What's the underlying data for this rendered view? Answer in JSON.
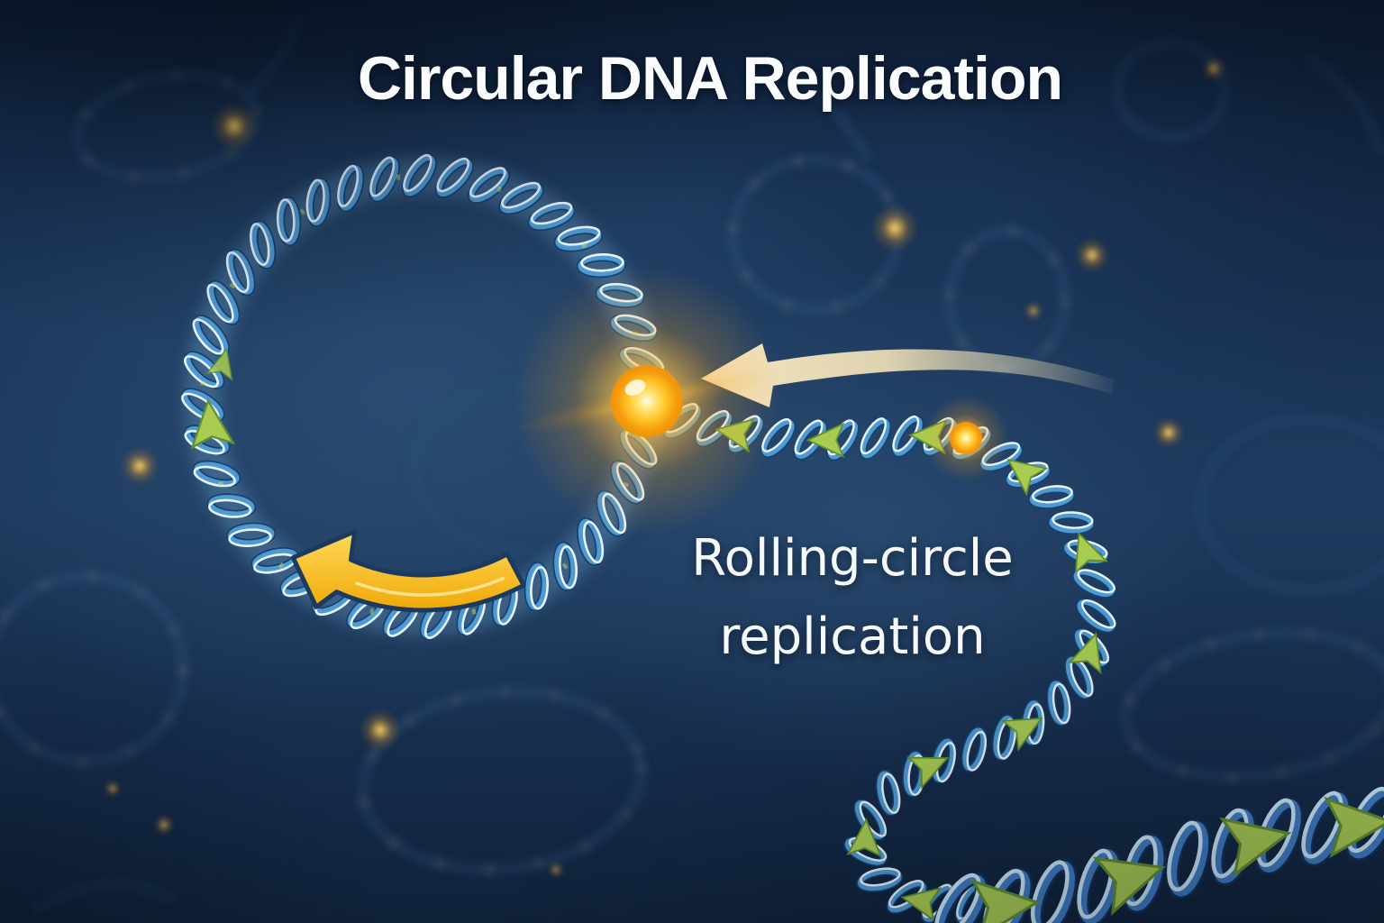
{
  "title": "Circular DNA Replication",
  "label": {
    "line1": "Rolling-circle",
    "line2": "replication"
  },
  "colors": {
    "background_navy": "#1E3A5E",
    "dna_highlight_blue": "#E8F5FD",
    "dna_mid_blue": "#4E9AD2",
    "dna_dark_blue": "#17406E",
    "arrowhead_green": "#A8CB51",
    "rotation_arrow_gold": "#F4B90C",
    "direction_arrow_cream": "#F3E3B8",
    "origin_glow_orange": "#FFC226"
  },
  "icons": {
    "plasmid_ring": "circular-dna-icon",
    "origin_glow": "replication-origin-glow-icon",
    "rotation_arrow": "counterclockwise-arrow-icon",
    "direction_arrow": "leftward-curved-arrow-icon",
    "dna_tail": "displaced-strand-icon",
    "displaced_helix": "double-helix-icon"
  }
}
